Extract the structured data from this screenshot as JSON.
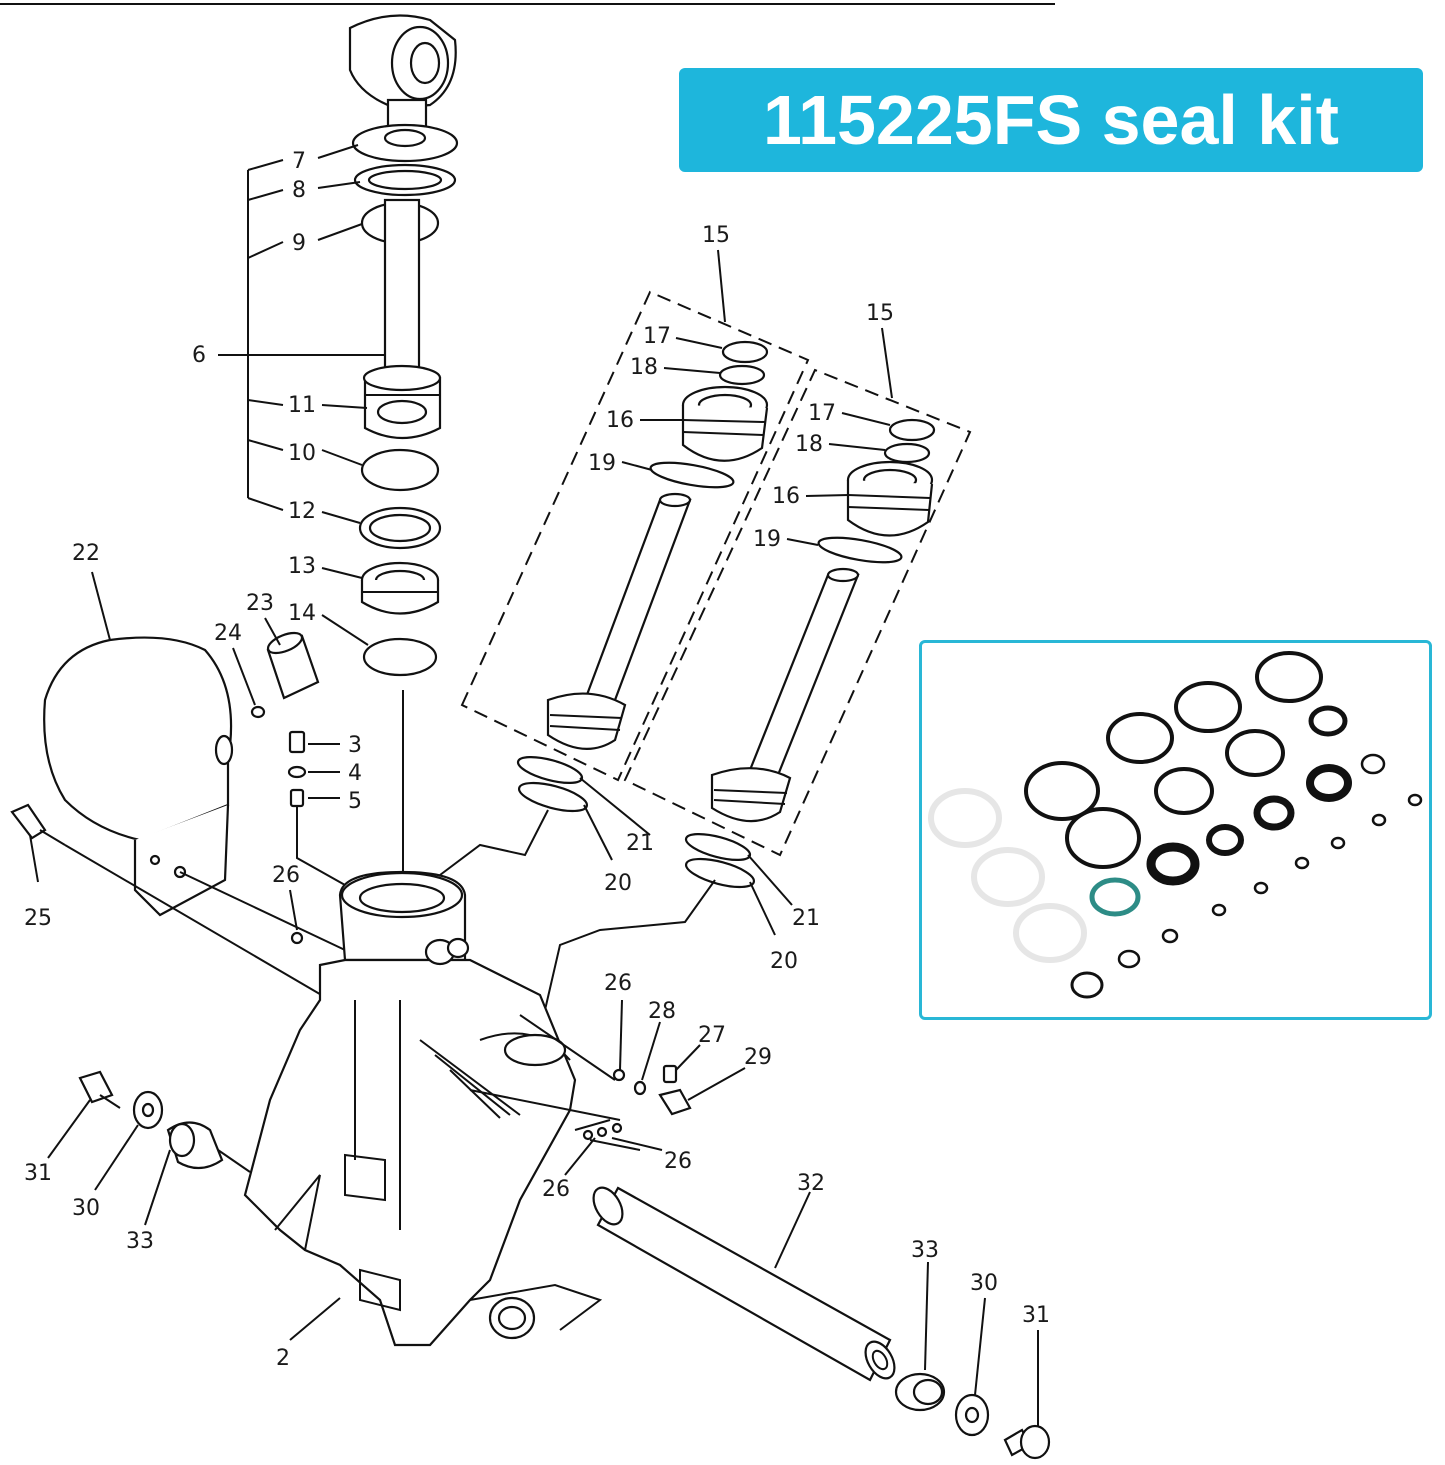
{
  "title": "115225FS seal kit",
  "colors": {
    "banner": "#1eb6dc",
    "kit_border": "#29b7d6",
    "ring_black": "#111111",
    "ring_white": "#e6e6e6",
    "ring_green": "#2d8c86",
    "line": "#111111"
  },
  "icons": {
    "seal_ring": "o-ring-icon"
  },
  "callouts": {
    "c7": "7",
    "c8": "8",
    "c9": "9",
    "c6": "6",
    "c11": "11",
    "c10": "10",
    "c12": "12",
    "c13": "13",
    "c14": "14",
    "c22": "22",
    "c23": "23",
    "c24": "24",
    "c3": "3",
    "c4": "4",
    "c5": "5",
    "c25": "25",
    "c26a": "26",
    "c15a": "15",
    "c17a": "17",
    "c18a": "18",
    "c16a": "16",
    "c19a": "19",
    "c21a": "21",
    "c20a": "20",
    "c15b": "15",
    "c17b": "17",
    "c18b": "18",
    "c16b": "16",
    "c19b": "19",
    "c21b": "21",
    "c20b": "20",
    "c26b": "26",
    "c28": "28",
    "c27": "27",
    "c29": "29",
    "c26c": "26",
    "c26d": "26",
    "c31a": "31",
    "c30a": "30",
    "c33a": "33",
    "c32": "32",
    "c2": "2",
    "c33b": "33",
    "c30b": "30",
    "c31b": "31"
  }
}
